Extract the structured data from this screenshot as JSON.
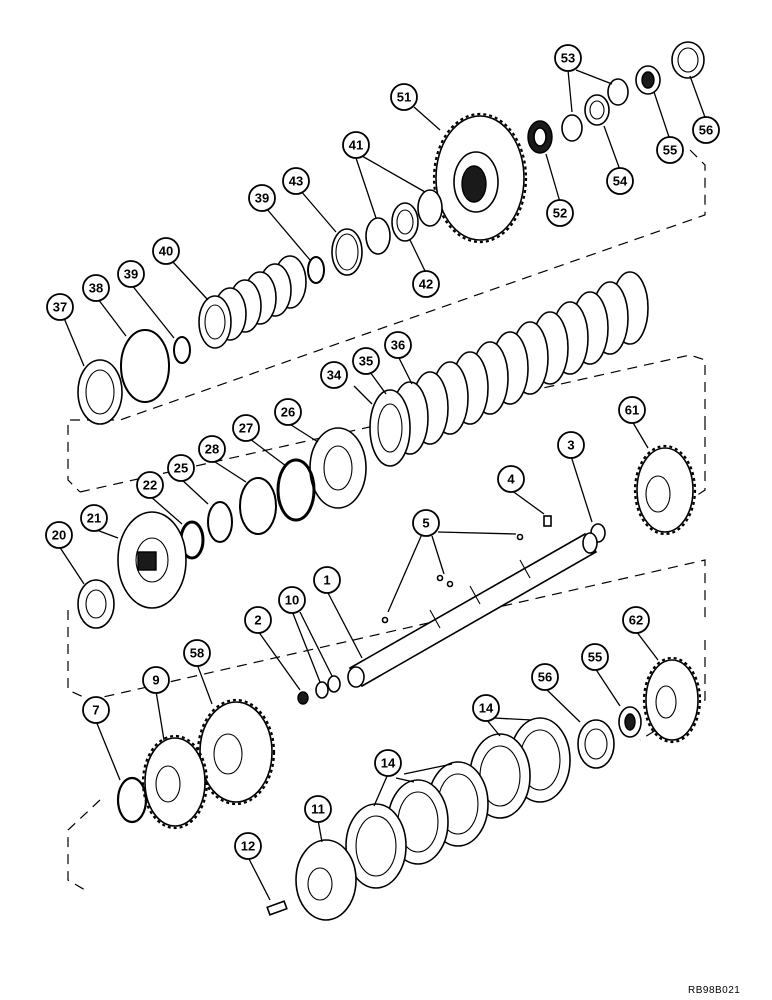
{
  "figure": {
    "document_code": "RB98B021",
    "callouts": [
      {
        "id": "c51",
        "text": "51"
      },
      {
        "id": "c53",
        "text": "53"
      },
      {
        "id": "c56a",
        "text": "56"
      },
      {
        "id": "c55a",
        "text": "55"
      },
      {
        "id": "c52",
        "text": "52"
      },
      {
        "id": "c54",
        "text": "54"
      },
      {
        "id": "c41",
        "text": "41"
      },
      {
        "id": "c43",
        "text": "43"
      },
      {
        "id": "c39a",
        "text": "39"
      },
      {
        "id": "c42",
        "text": "42"
      },
      {
        "id": "c40",
        "text": "40"
      },
      {
        "id": "c39b",
        "text": "39"
      },
      {
        "id": "c38",
        "text": "38"
      },
      {
        "id": "c37",
        "text": "37"
      },
      {
        "id": "c36",
        "text": "36"
      },
      {
        "id": "c35",
        "text": "35"
      },
      {
        "id": "c34",
        "text": "34"
      },
      {
        "id": "c26",
        "text": "26"
      },
      {
        "id": "c27",
        "text": "27"
      },
      {
        "id": "c28",
        "text": "28"
      },
      {
        "id": "c25",
        "text": "25"
      },
      {
        "id": "c22",
        "text": "22"
      },
      {
        "id": "c21",
        "text": "21"
      },
      {
        "id": "c20",
        "text": "20"
      },
      {
        "id": "c61",
        "text": "61"
      },
      {
        "id": "c3",
        "text": "3"
      },
      {
        "id": "c4",
        "text": "4"
      },
      {
        "id": "c5",
        "text": "5"
      },
      {
        "id": "c1",
        "text": "1"
      },
      {
        "id": "c10",
        "text": "10"
      },
      {
        "id": "c2",
        "text": "2"
      },
      {
        "id": "c62",
        "text": "62"
      },
      {
        "id": "c55b",
        "text": "55"
      },
      {
        "id": "c56b",
        "text": "56"
      },
      {
        "id": "c58",
        "text": "58"
      },
      {
        "id": "c9",
        "text": "9"
      },
      {
        "id": "c7",
        "text": "7"
      },
      {
        "id": "c14a",
        "text": "14"
      },
      {
        "id": "c14b",
        "text": "14"
      },
      {
        "id": "c11",
        "text": "11"
      },
      {
        "id": "c12",
        "text": "12"
      }
    ]
  }
}
